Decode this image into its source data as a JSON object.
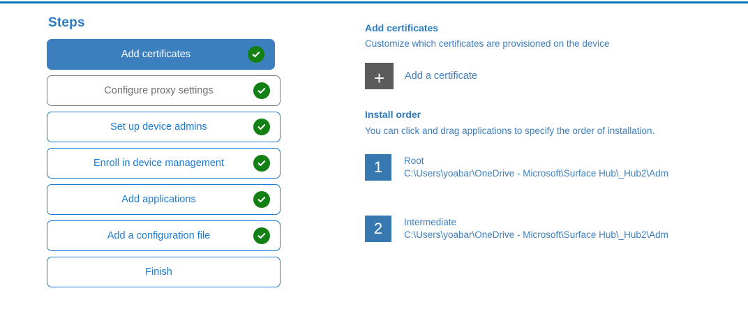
{
  "theme": {
    "accent_rule": "#0078ba",
    "active_step_bg": "#3c7fbf",
    "step_border": "#1a7ad4",
    "hover_step_border": "#7a7a7a",
    "check_green": "#128012",
    "heading_blue": "#2b7cc4",
    "body_blue": "#3e7fbf",
    "add_tile_gray": "#5b5b5b",
    "number_tile_blue": "#3878b0"
  },
  "steps_panel": {
    "title": "Steps",
    "items": [
      {
        "label": "Add certificates",
        "state": "active",
        "completed": true
      },
      {
        "label": "Configure proxy settings",
        "state": "hover",
        "completed": true
      },
      {
        "label": "Set up device admins",
        "state": "default",
        "completed": true
      },
      {
        "label": "Enroll in device management",
        "state": "default",
        "completed": true
      },
      {
        "label": "Add applications",
        "state": "default",
        "completed": true
      },
      {
        "label": "Add a configuration file",
        "state": "default",
        "completed": true
      },
      {
        "label": "Finish",
        "state": "default",
        "completed": false
      }
    ]
  },
  "detail": {
    "heading": "Add certificates",
    "subheading": "Customize which certificates are provisioned on the device",
    "add_certificate": {
      "icon": "plus-icon",
      "glyph": "+",
      "label": "Add a certificate"
    },
    "install_order": {
      "heading": "Install order",
      "subheading": "You can click and drag applications to specify the order of installation.",
      "items": [
        {
          "number": "1",
          "name": "Root",
          "path": "C:\\Users\\yoabar\\OneDrive - Microsoft\\Surface Hub\\_Hub2\\Adm"
        },
        {
          "number": "2",
          "name": "Intermediate",
          "path": "C:\\Users\\yoabar\\OneDrive - Microsoft\\Surface Hub\\_Hub2\\Adm"
        }
      ]
    }
  },
  "icons": {
    "check": "check-icon"
  }
}
